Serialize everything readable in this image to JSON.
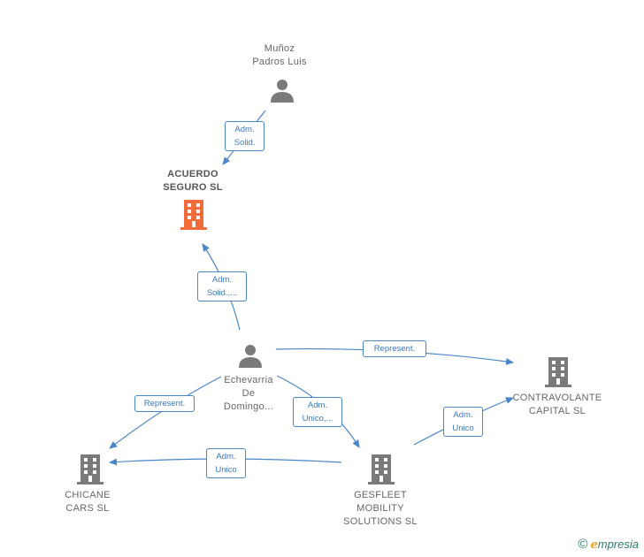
{
  "nodes": {
    "munoz": {
      "label": "Muñoz\nPadros Luis",
      "type": "person"
    },
    "acuerdo": {
      "label": "ACUERDO\nSEGURO  SL",
      "type": "company-main",
      "color": "#f26b3a"
    },
    "echevarria": {
      "label": "Echevarria\nDe\nDomingo...",
      "type": "person"
    },
    "contravolante": {
      "label": "CONTRAVOLANTE\nCAPITAL  SL",
      "type": "company"
    },
    "chicane": {
      "label": "CHICANE\nCARS  SL",
      "type": "company"
    },
    "gesfleet": {
      "label": "GESFLEET\nMOBILITY\nSOLUTIONS  SL",
      "type": "company"
    }
  },
  "edges": {
    "munoz_acuerdo": "Adm.\nSolid.",
    "echevarria_acuerdo": "Adm.\nSolid.,...",
    "echevarria_contravolante": "Represent.",
    "echevarria_chicane": "Represent.",
    "echevarria_gesfleet": "Adm.\nUnico,...",
    "gesfleet_chicane": "Adm.\nUnico",
    "gesfleet_contravolante": "Adm.\nUnico"
  },
  "colors": {
    "edge": "#4a86c8",
    "icon": "#7a7a7a",
    "main": "#f26b3a"
  },
  "brand": {
    "symbol": "©",
    "initial": "e",
    "rest": "mpresia"
  }
}
